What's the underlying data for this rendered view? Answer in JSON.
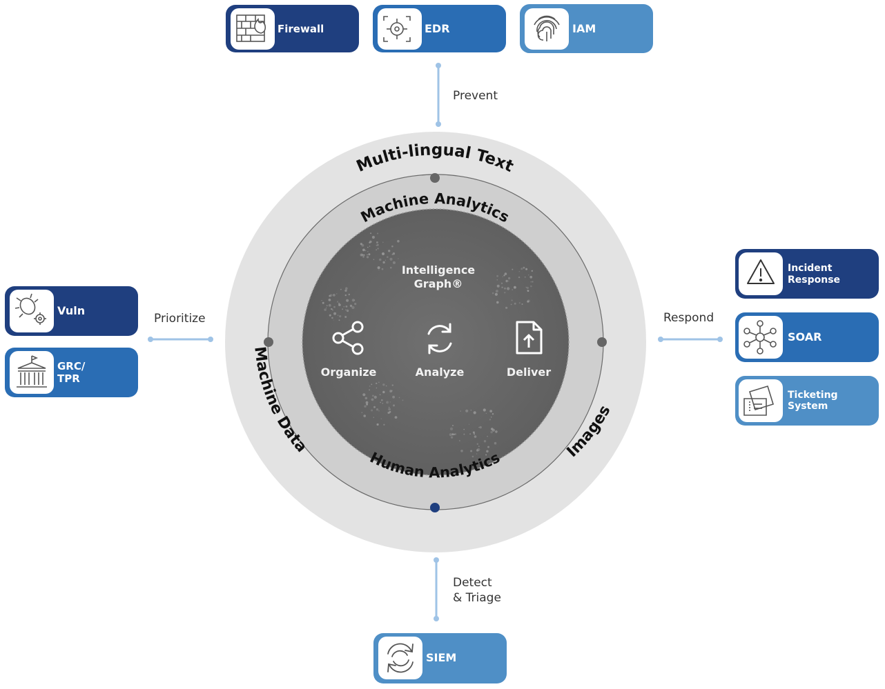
{
  "colors": {
    "navy": "#1f3f7f",
    "blue": "#2a6db4",
    "light_blue": "#4f8fc6",
    "connector": "#9fc3e6",
    "outer_ring": "#e3e3e3",
    "middle_ring": "#cfcfcf",
    "core": "#686868",
    "node": "#666666",
    "node_bottom": "#1f3f7f"
  },
  "top": {
    "label": "Prevent",
    "cards": [
      {
        "label": "Firewall",
        "icon": "firewall-icon"
      },
      {
        "label": "EDR",
        "icon": "target-icon"
      },
      {
        "label": "IAM",
        "icon": "fingerprint-icon"
      }
    ]
  },
  "left": {
    "label": "Prioritize",
    "cards": [
      {
        "label": "Vuln",
        "icon": "bug-gear-icon"
      },
      {
        "label_line1": "GRC/",
        "label_line2": "TPR",
        "icon": "government-building-icon"
      }
    ]
  },
  "right": {
    "label": "Respond",
    "cards": [
      {
        "label_line1": "Incident",
        "label_line2": "Response",
        "icon": "warning-icon"
      },
      {
        "label": "SOAR",
        "icon": "network-hub-icon"
      },
      {
        "label_line1": "Ticketing",
        "label_line2": "System",
        "icon": "tickets-icon"
      }
    ]
  },
  "bottom": {
    "label_line1": "Detect",
    "label_line2": "& Triage",
    "cards": [
      {
        "label": "SIEM",
        "icon": "cycle-arrows-icon"
      }
    ]
  },
  "rings": {
    "outer_top": "Multi-lingual Text",
    "outer_left": "Machine Data",
    "outer_right": "Images",
    "middle_top": "Machine Analytics",
    "middle_bottom": "Human Analytics"
  },
  "core": {
    "title_line1": "Intelligence",
    "title_line2": "Graph®",
    "steps": [
      {
        "label": "Organize",
        "icon": "share-icon"
      },
      {
        "label": "Analyze",
        "icon": "refresh-icon"
      },
      {
        "label": "Deliver",
        "icon": "file-upload-icon"
      }
    ]
  }
}
